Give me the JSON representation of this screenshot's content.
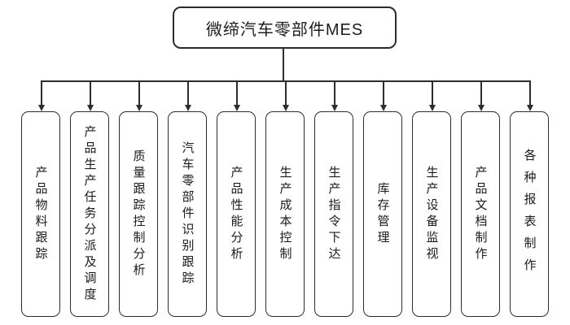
{
  "root": {
    "label": "微缔汽车零部件MES"
  },
  "children": [
    {
      "label": "产品物料跟踪"
    },
    {
      "label": "产品生产任务分派及调度"
    },
    {
      "label": "质量跟踪控制分析"
    },
    {
      "label": "汽车零部件识别跟踪"
    },
    {
      "label": "产品性能分析"
    },
    {
      "label": "生产成本控制"
    },
    {
      "label": "生产指令下达"
    },
    {
      "label": "库存管理"
    },
    {
      "label": "生产设备监视"
    },
    {
      "label": "产品文档制作"
    },
    {
      "label": "各种报表制作"
    }
  ],
  "colors": {
    "line": "#2d2d2d",
    "text": "#1c1c1c",
    "background": "#ffffff"
  }
}
